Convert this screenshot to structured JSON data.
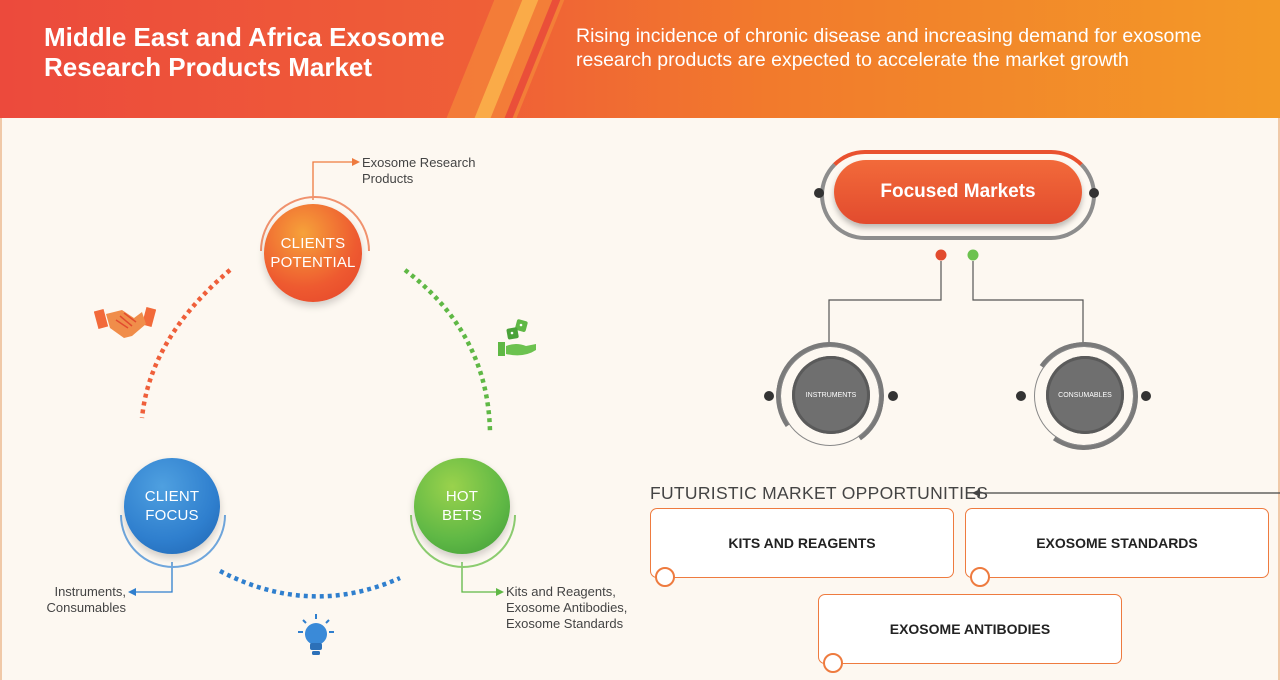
{
  "header": {
    "title": "Middle East and Africa Exosome Research Products Market",
    "tagline": "Rising incidence of chronic disease and increasing demand for exosome research products are expected to accelerate the market growth"
  },
  "cycle": {
    "clients_potential": {
      "line1": "CLIENTS",
      "line2": "POTENTIAL",
      "note_line1": "Exosome Research",
      "note_line2": "Products"
    },
    "client_focus": {
      "line1": "CLIENT",
      "line2": "FOCUS",
      "note_line1": "Instruments,",
      "note_line2": "Consumables"
    },
    "hot_bets": {
      "line1": "HOT",
      "line2": "BETS",
      "note_line1": "Kits and Reagents,",
      "note_line2": "Exosome Antibodies,",
      "note_line3": "Exosome Standards"
    }
  },
  "focused": {
    "label": "Focused Markets",
    "instruments": "INSTRUMENTS",
    "consumables": "CONSUMABLES"
  },
  "opportunities": {
    "title": "FUTURISTIC MARKET OPPORTUNITIES",
    "items": [
      "KITS AND REAGENTS",
      "EXOSOME STANDARDS",
      "EXOSOME ANTIBODIES"
    ]
  },
  "colors": {
    "orange": "#f26a3a",
    "red": "#e24b2e",
    "blue": "#2f7fce",
    "green": "#5fb845",
    "gray": "#6f6f6f"
  },
  "icons": [
    "handshake-icon",
    "dice-hand-icon",
    "lightbulb-icon",
    "arrow-icon"
  ]
}
